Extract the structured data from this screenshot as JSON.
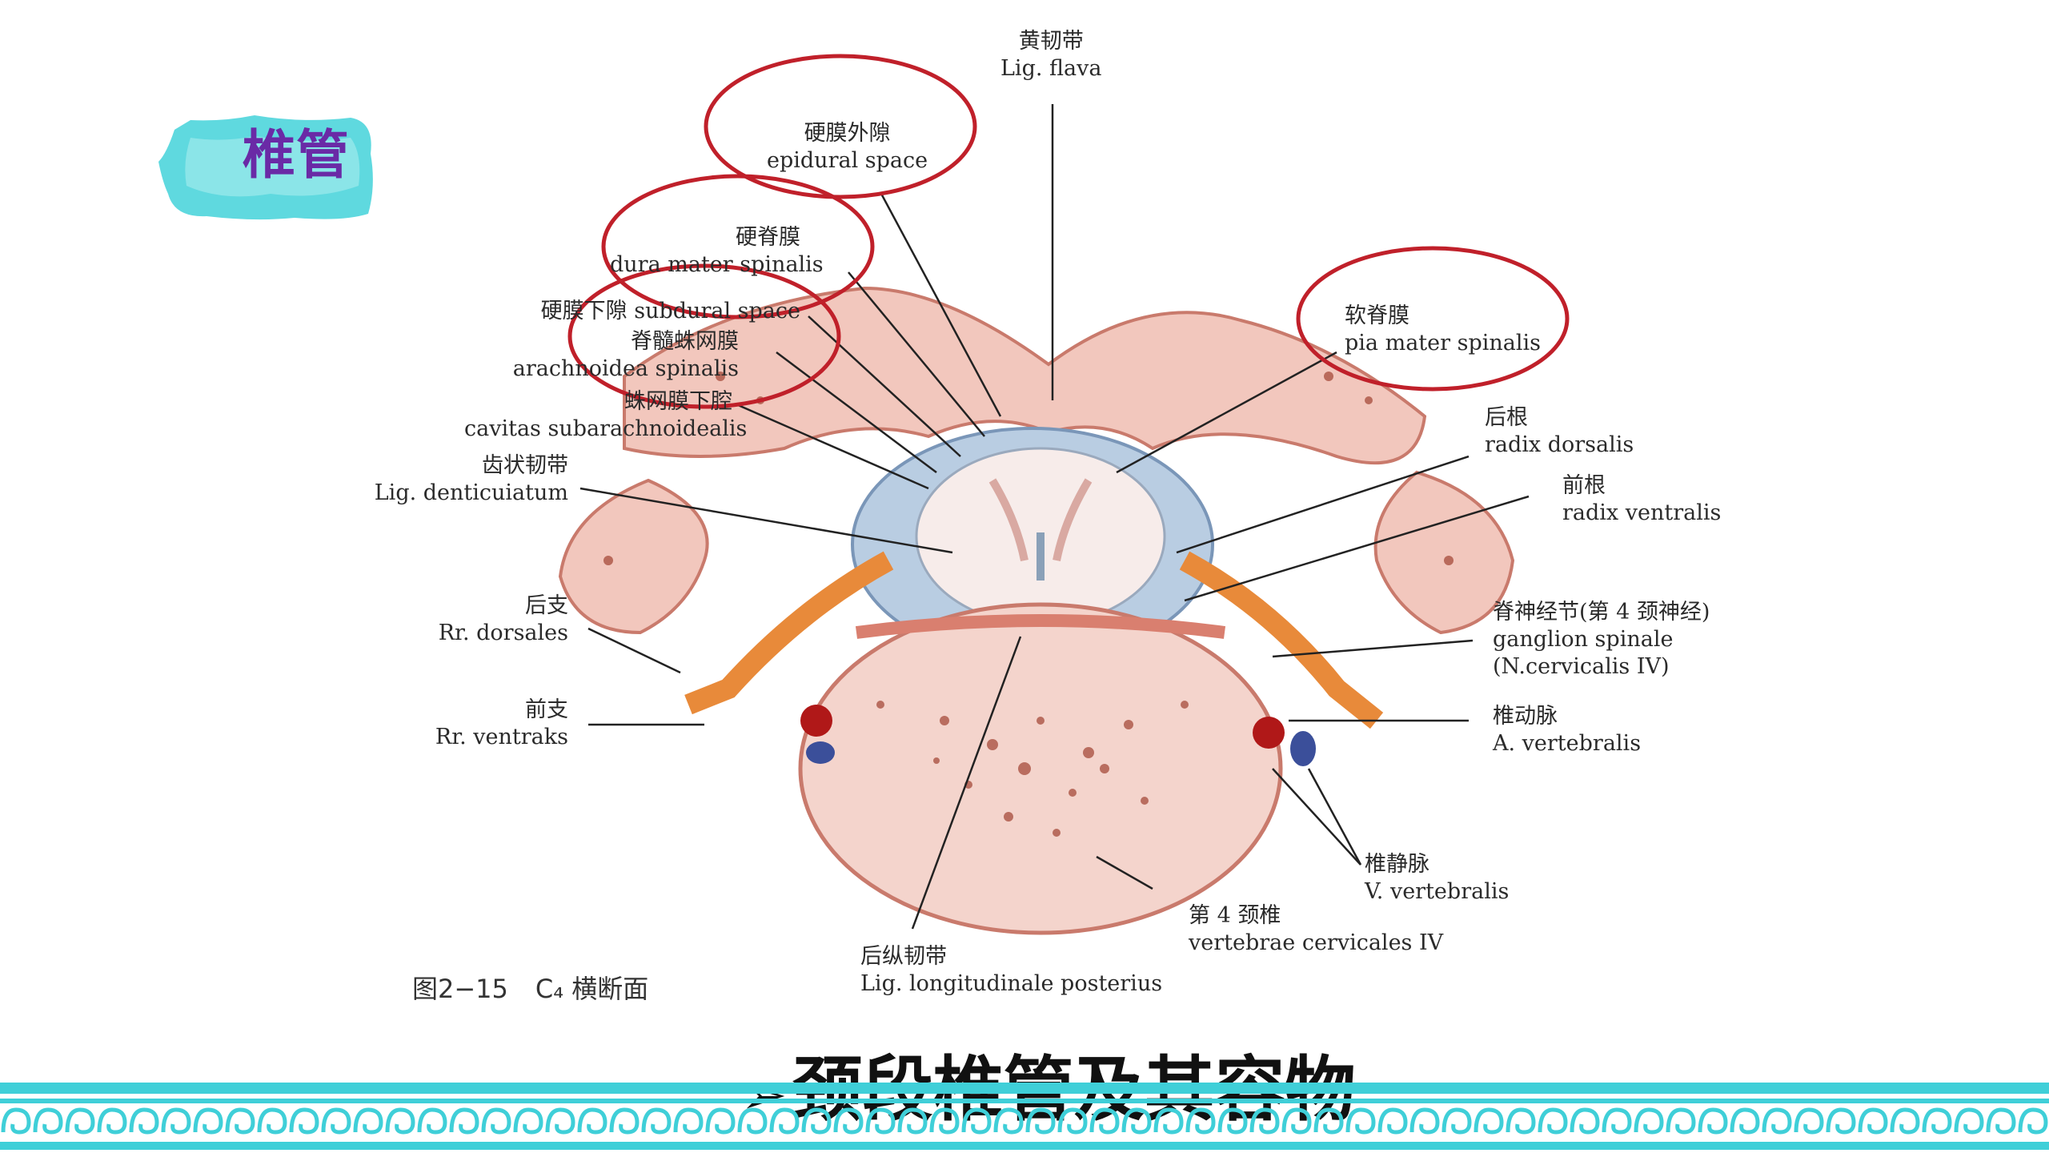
{
  "tag": {
    "title": "椎管"
  },
  "figure": {
    "caption_number": "图2−15",
    "caption_text": "C₄ 横断面",
    "labels": {
      "lig_flava": {
        "zh": "黄韧带",
        "en": "Lig. flava"
      },
      "epidural": {
        "zh": "硬膜外隙",
        "en": "epidural space"
      },
      "dura": {
        "zh": "硬脊膜",
        "en": "dura mater spinalis"
      },
      "subdural": {
        "zh": "硬膜下隙 subdural space"
      },
      "arachnoid": {
        "zh": "脊髓蛛网膜",
        "en": "arachnoidea spinalis"
      },
      "subarachnoid": {
        "zh": "蛛网膜下腔",
        "en": "cavitas subarachnoidealis"
      },
      "denticulatum": {
        "zh": "齿状韧带",
        "en": "Lig. denticuiatum"
      },
      "pia": {
        "zh": "软脊膜",
        "en": "pia mater spinalis"
      },
      "radix_dorsalis": {
        "zh": "后根",
        "en": "radix dorsalis"
      },
      "radix_ventralis": {
        "zh": "前根",
        "en": "radix ventralis"
      },
      "ganglion": {
        "zh": "脊神经节(第 4 颈神经)",
        "en": "ganglion spinale",
        "en2": "(N.cervicalis IV)"
      },
      "a_vertebralis": {
        "zh": "椎动脉",
        "en": "A. vertebralis"
      },
      "v_vertebralis": {
        "zh": "椎静脉",
        "en": "V. vertebralis"
      },
      "vertebrae": {
        "zh": "第 4 颈椎",
        "en": "vertebrae cervicales IV"
      },
      "lig_long": {
        "zh": "后纵韧带",
        "en": "Lig. longitudinale posterius"
      },
      "rr_dorsales": {
        "zh": "后支",
        "en": "Rr. dorsales"
      },
      "rr_ventraks": {
        "zh": "前支",
        "en": "Rr. ventraks"
      }
    },
    "colors": {
      "highlight_circle": "#c0202a",
      "bone": "#f3cfc6",
      "nerve": "#e88a3a",
      "artery": "#b01818",
      "vein": "#3b4f9a"
    }
  },
  "slide_title": {
    "bullet": "➢",
    "text": "颈段椎管及其容物"
  },
  "theme": {
    "accent": "#3fcfd8",
    "tag_text_color": "#6a2aa6"
  }
}
